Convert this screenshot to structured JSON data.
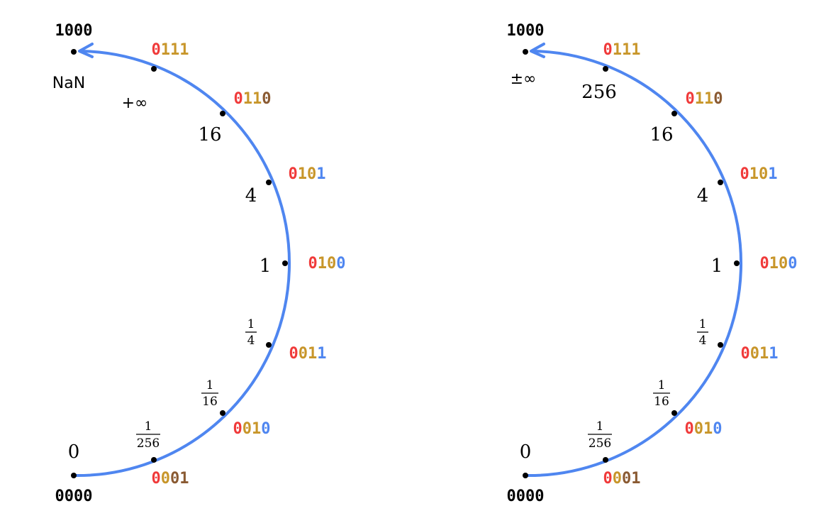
{
  "colors": {
    "arc": "#4f86f0",
    "bit_sign": "#f03a3a",
    "bit_exp": "#c8962a",
    "bit_exp_dark": "#8a5a32",
    "bit_frac": "#4f86f0",
    "text": "#000000"
  },
  "panels": [
    {
      "id": "left",
      "top_code": "1000",
      "bottom_code": "0000",
      "top_label": "NaN",
      "inf_label": "+∞",
      "zero_label": "0",
      "points": [
        {
          "code": "0001",
          "value": "1/256"
        },
        {
          "code": "0010",
          "value": "1/16"
        },
        {
          "code": "0011",
          "value": "1/4"
        },
        {
          "code": "0100",
          "value": "1"
        },
        {
          "code": "0101",
          "value": "4"
        },
        {
          "code": "0110",
          "value": "16"
        },
        {
          "code": "0111",
          "value": ""
        }
      ]
    },
    {
      "id": "right",
      "top_code": "1000",
      "bottom_code": "0000",
      "top_label": "±∞",
      "inf_label": "",
      "zero_label": "0",
      "points": [
        {
          "code": "0001",
          "value": "1/256"
        },
        {
          "code": "0010",
          "value": "1/16"
        },
        {
          "code": "0011",
          "value": "1/4"
        },
        {
          "code": "0100",
          "value": "1"
        },
        {
          "code": "0101",
          "value": "4"
        },
        {
          "code": "0110",
          "value": "16"
        },
        {
          "code": "0111",
          "value": "256"
        }
      ]
    }
  ]
}
